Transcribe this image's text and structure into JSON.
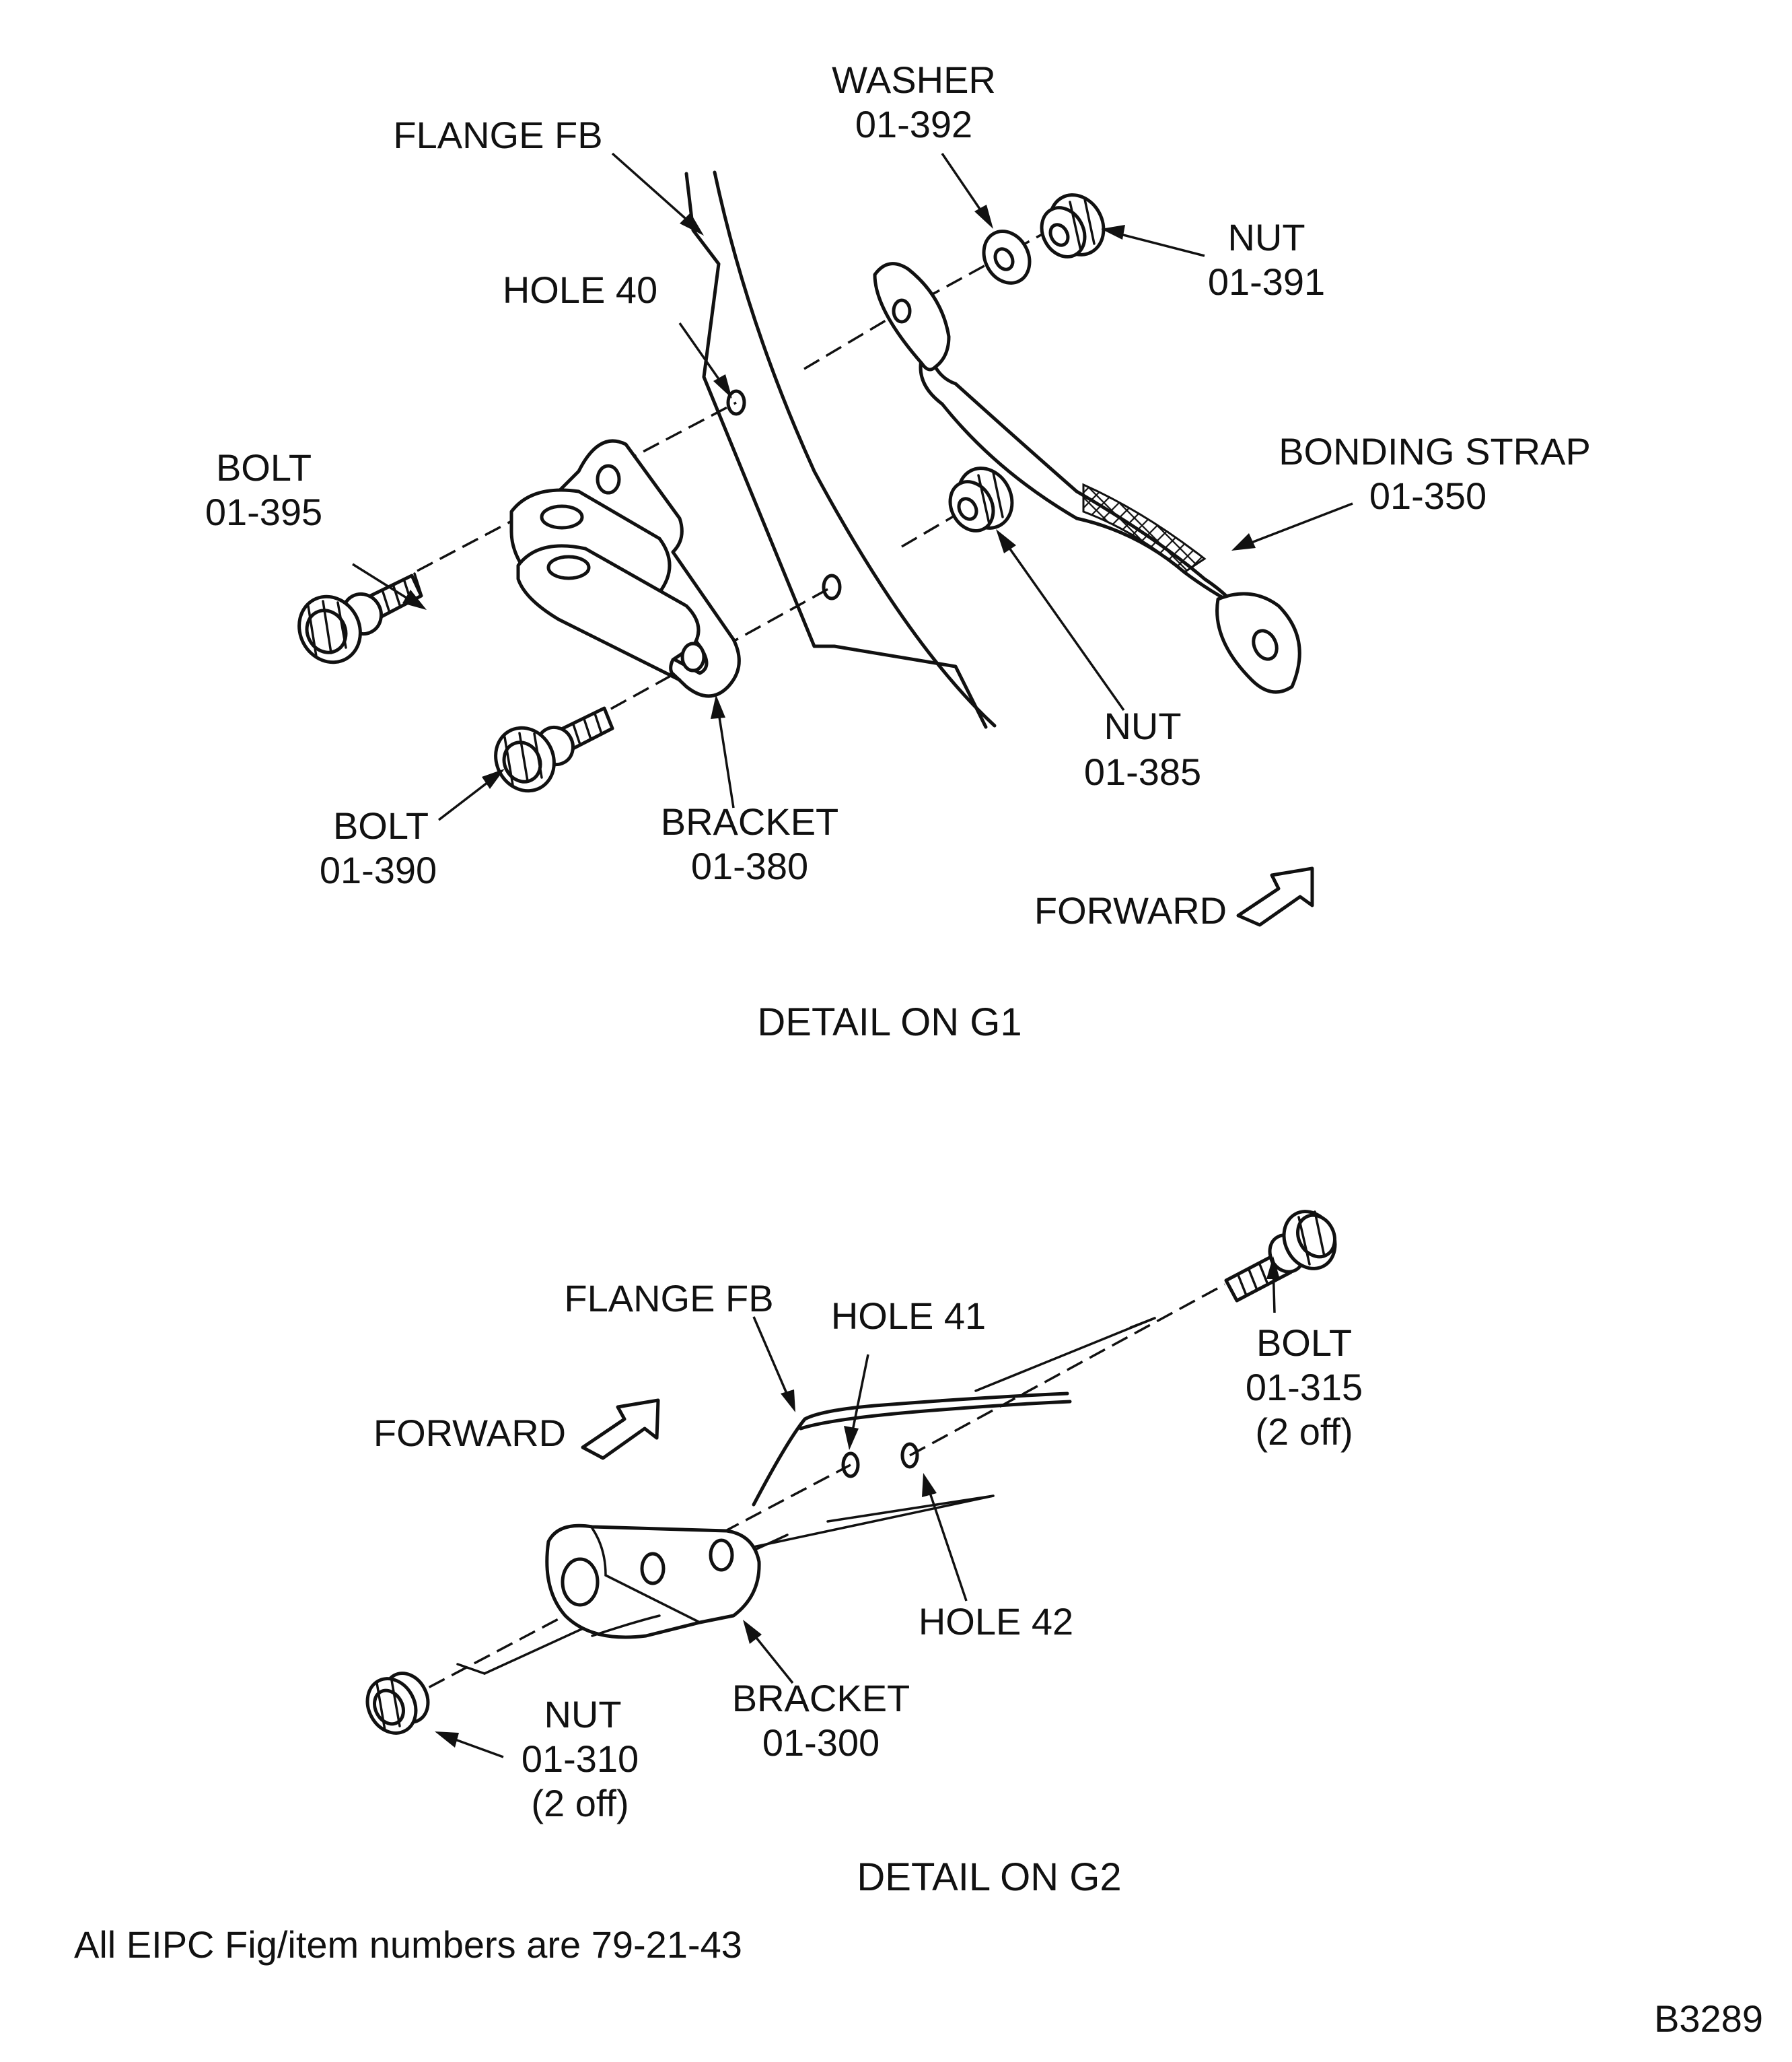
{
  "detail_g1": {
    "title": "DETAIL ON G1",
    "flange": "FLANGE FB",
    "hole": "HOLE 40",
    "washer": {
      "name": "WASHER",
      "code": "01-392"
    },
    "nut_top": {
      "name": "NUT",
      "code": "01-391"
    },
    "strap": {
      "name": "BONDING STRAP",
      "code": "01-350"
    },
    "bolt_upper": {
      "name": "BOLT",
      "code": "01-395"
    },
    "bolt_lower": {
      "name": "BOLT",
      "code": "01-390"
    },
    "bracket": {
      "name": "BRACKET",
      "code": "01-380"
    },
    "nut_lower": {
      "name": "NUT",
      "code": "01-385"
    },
    "forward": "FORWARD"
  },
  "detail_g2": {
    "title": "DETAIL ON G2",
    "flange": "FLANGE FB",
    "hole_a": "HOLE 41",
    "hole_b": "HOLE 42",
    "bolt": {
      "name": "BOLT",
      "code": "01-315",
      "qty": "(2 off)"
    },
    "nut": {
      "name": "NUT",
      "code": "01-310",
      "qty": "(2 off)"
    },
    "bracket": {
      "name": "BRACKET",
      "code": "01-300"
    },
    "forward": "FORWARD"
  },
  "footnote": "All EIPC Fig/item numbers are 79-21-43",
  "figure_code": "B3289"
}
